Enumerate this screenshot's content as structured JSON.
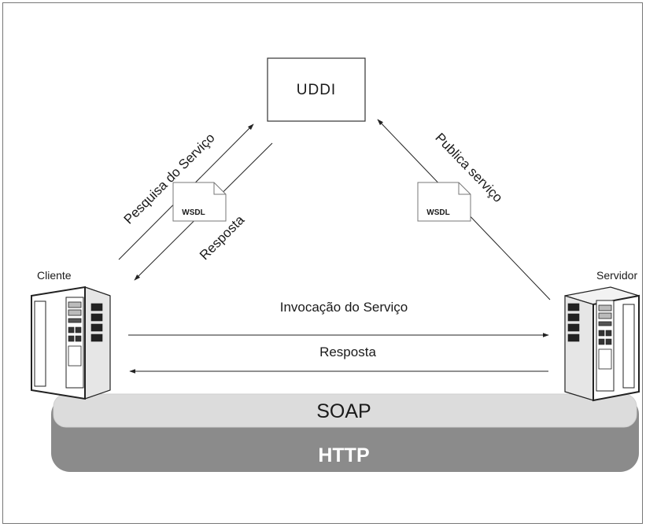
{
  "uddi": {
    "label": "UDDI"
  },
  "nodes": {
    "client": "Cliente",
    "server": "Servidor"
  },
  "edges": {
    "search": "Pesquisa do Serviço",
    "search_response": "Resposta",
    "publish": "Publica serviço",
    "invoke": "Invocação do Serviço",
    "response": "Resposta"
  },
  "documents": {
    "left": "WSDL",
    "right": "WSDL"
  },
  "layers": {
    "soap": "SOAP",
    "http": "HTTP"
  },
  "colors": {
    "soap_bar": "#dcdcdc",
    "http_bar": "#8b8b8b",
    "http_text": "#ffffff"
  }
}
